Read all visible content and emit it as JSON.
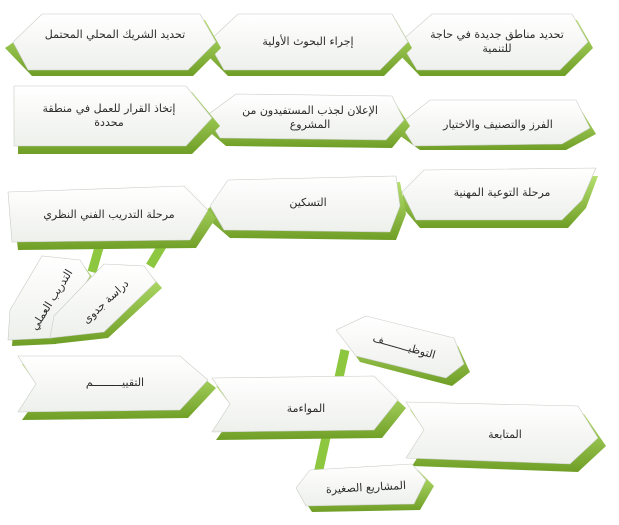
{
  "diagram": {
    "steps": [
      {
        "id": "step-new-areas",
        "text": "تحديد مناطق جديدة في حاجة للتنمية"
      },
      {
        "id": "step-initial-research",
        "text": "إجراء البحوث الأولية"
      },
      {
        "id": "step-partner",
        "text": "تحديد الشريك المحلي المحتمل"
      },
      {
        "id": "step-sorting",
        "text": "الفرز والتصنيف والاختيار"
      },
      {
        "id": "step-announcement",
        "text": "الإعلان لجذب المستفيدون من المشروع"
      },
      {
        "id": "step-decision",
        "text": "إتخاذ القرار للعمل في منطقة محددة"
      },
      {
        "id": "step-career-awareness",
        "text": "مرحلة التوعية المهنية"
      },
      {
        "id": "step-placement",
        "text": "التسكين"
      },
      {
        "id": "step-theory-training",
        "text": "مرحلة التدريب الفني النظري"
      },
      {
        "id": "step-practical-training",
        "text": "التدريب العملي"
      },
      {
        "id": "step-feasibility",
        "text": "دراسة جدوى"
      },
      {
        "id": "step-employment",
        "text": "التوظيــــــــف"
      },
      {
        "id": "step-orientation",
        "text": "التقييـــــــــم"
      },
      {
        "id": "step-matching",
        "text": "المواءمة"
      },
      {
        "id": "step-followup",
        "text": "المتابعة"
      },
      {
        "id": "step-small-projects",
        "text": "المشاريع الصغيرة"
      }
    ],
    "colors": {
      "green": "#8dc63f",
      "green_dark": "#6f9e26",
      "fill": "#f6f7f5",
      "text": "#2b2b2b"
    }
  }
}
